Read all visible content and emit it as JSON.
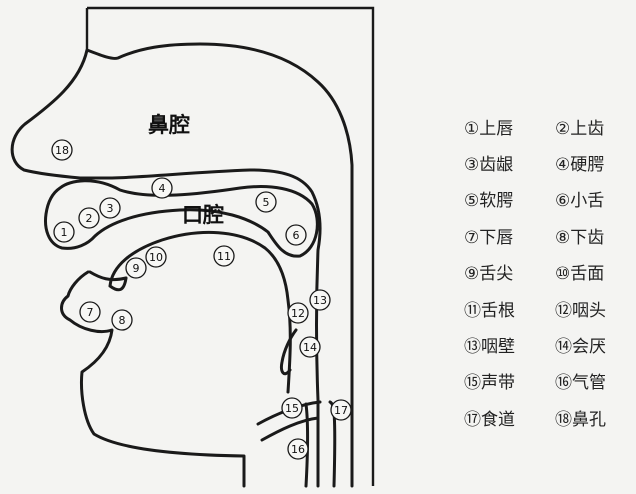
{
  "diagram": {
    "nasal_cavity_label": "鼻腔",
    "oral_cavity_label": "口腔",
    "markers": [
      {
        "num": "18",
        "label": "⑱"
      },
      {
        "num": "1",
        "label": "①"
      },
      {
        "num": "2",
        "label": "②"
      },
      {
        "num": "3",
        "label": "③"
      },
      {
        "num": "4",
        "label": "④"
      },
      {
        "num": "5",
        "label": "⑤"
      },
      {
        "num": "6",
        "label": "⑥"
      },
      {
        "num": "7",
        "label": "⑦"
      },
      {
        "num": "8",
        "label": "⑧"
      },
      {
        "num": "9",
        "label": "⑨"
      },
      {
        "num": "10",
        "label": "⑩"
      },
      {
        "num": "11",
        "label": "⑪"
      },
      {
        "num": "12",
        "label": "⑫"
      },
      {
        "num": "13",
        "label": "⑬"
      },
      {
        "num": "14",
        "label": "⑭"
      },
      {
        "num": "15",
        "label": "⑮"
      },
      {
        "num": "16",
        "label": "⑯"
      },
      {
        "num": "17",
        "label": "⑰"
      }
    ]
  },
  "legend": {
    "items": [
      "①上唇",
      "②上齿",
      "③齿龈",
      "④硬腭",
      "⑤软腭",
      "⑥小舌",
      "⑦下唇",
      "⑧下齿",
      "⑨舌尖",
      "⑩舌面",
      "⑪舌根",
      "⑫咽头",
      "⑬咽壁",
      "⑭会厌",
      "⑮声带",
      "⑯气管",
      "⑰食道",
      "⑱鼻孔"
    ]
  }
}
